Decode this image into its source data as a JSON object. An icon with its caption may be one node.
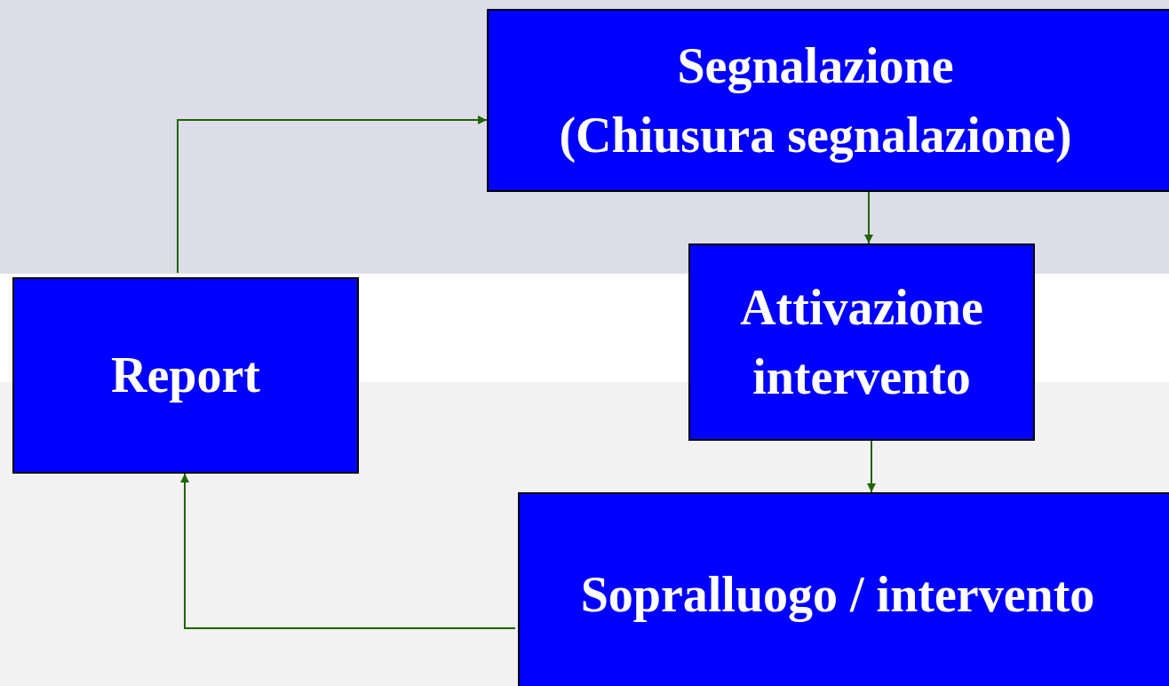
{
  "diagram": {
    "nodes": [
      {
        "text": [
          "Segnalazione",
          "(Chiusura segnalazione)"
        ]
      },
      {
        "text": [
          "Attivazione intervento"
        ]
      },
      {
        "text": [
          "Sopralluogo / intervento"
        ]
      },
      {
        "text": [
          "Report"
        ]
      }
    ],
    "edges": [
      {
        "from": 3,
        "to": 0,
        "arrow": "to"
      },
      {
        "from": 0,
        "to": 1,
        "arrow": "to"
      },
      {
        "from": 1,
        "to": 2,
        "arrow": "to"
      },
      {
        "from": 2,
        "to": 3,
        "arrow": "to"
      }
    ]
  }
}
